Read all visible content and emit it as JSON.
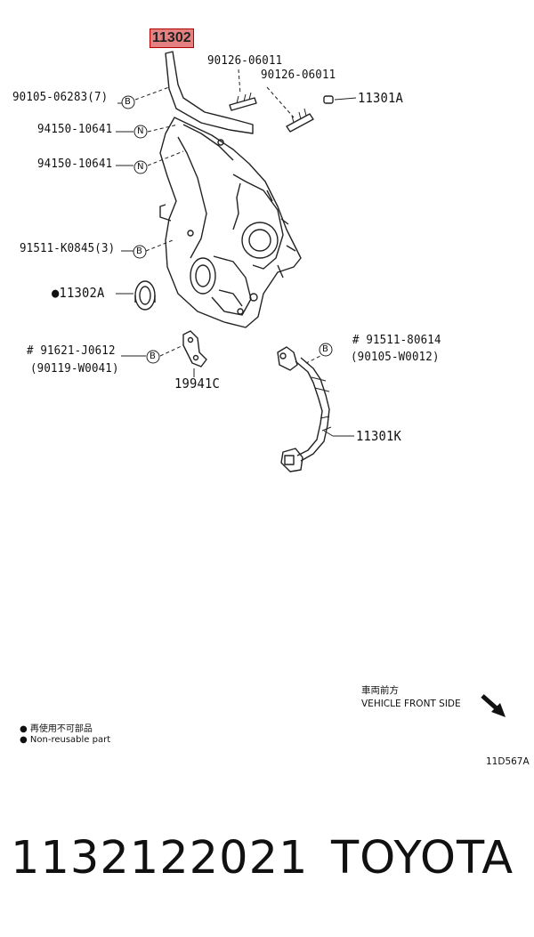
{
  "diagram": {
    "highlighted_part": "11302",
    "callouts": {
      "c90126a": "90126-06011",
      "c90126b": "90126-06011",
      "c11301a": "11301A",
      "c90105": "90105-06283(7)",
      "c94150a": "94150-10641",
      "c94150b": "94150-10641",
      "c91511k": "91511-K0845(3)",
      "c11302a": "●11302A",
      "c91621": "# 91621-J0612",
      "c90119": "(90119-W0041)",
      "c19941c": "19941C",
      "c91511_8": "# 91511-80614",
      "c90105w": "(90105-W0012)",
      "c11301k": "11301K"
    },
    "markers": {
      "b": "B",
      "n": "N"
    },
    "front_side_jp": "車両前方",
    "front_side_en": "VEHICLE FRONT SIDE",
    "legend_jp": "● 再使用不可部品",
    "legend_en": "● Non-reusable part",
    "figure_code": "11D567A"
  },
  "footer": {
    "part_number": "1132122021",
    "brand": "TOYOTA"
  }
}
